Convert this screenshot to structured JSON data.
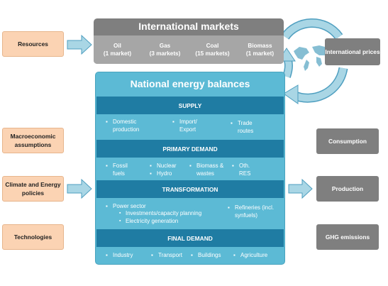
{
  "inputs": {
    "resources": "Resources",
    "macro": "Macroeconomic assumptions",
    "climate": "Climate and Energy policies",
    "technologies": "Technologies"
  },
  "international_markets": {
    "title": "International markets",
    "markets": [
      {
        "name": "Oil",
        "count": "(1 market)"
      },
      {
        "name": "Gas",
        "count": "(3 markets)"
      },
      {
        "name": "Coal",
        "count": "(15 markets)"
      },
      {
        "name": "Biomass",
        "count": "(1 market)"
      }
    ]
  },
  "international_prices": "International prices",
  "national_energy_balances": {
    "title": "National energy balances",
    "supply": {
      "header": "SUPPLY",
      "items": [
        "Domestic production",
        "Import/ Export",
        "Trade routes"
      ]
    },
    "primary_demand": {
      "header": "PRIMARY DEMAND",
      "items": [
        "Fossil fuels",
        "Nuclear",
        "Hydro",
        "Biomass & wastes",
        "Oth. RES"
      ]
    },
    "transformation": {
      "header": "TRANSFORMATION",
      "power_sector": "Power sector",
      "power_sub": [
        "Investments/capacity planning",
        "Electricity generation"
      ],
      "refineries": "Refineries (incl. synfuels)"
    },
    "final_demand": {
      "header": "FINAL DEMAND",
      "items": [
        "Industry",
        "Transport",
        "Buildings",
        "Agriculture"
      ]
    }
  },
  "outputs": {
    "consumption": "Consumption",
    "production": "Production",
    "ghg": "GHG emissions"
  },
  "colors": {
    "input_fill": "#fbd3b3",
    "output_fill": "#7f7f7f",
    "neb_fill": "#5cbad5",
    "band_fill": "#1f7ca3",
    "arrow_fill": "#a9d6e5",
    "arrow_stroke": "#4f9fc0"
  }
}
